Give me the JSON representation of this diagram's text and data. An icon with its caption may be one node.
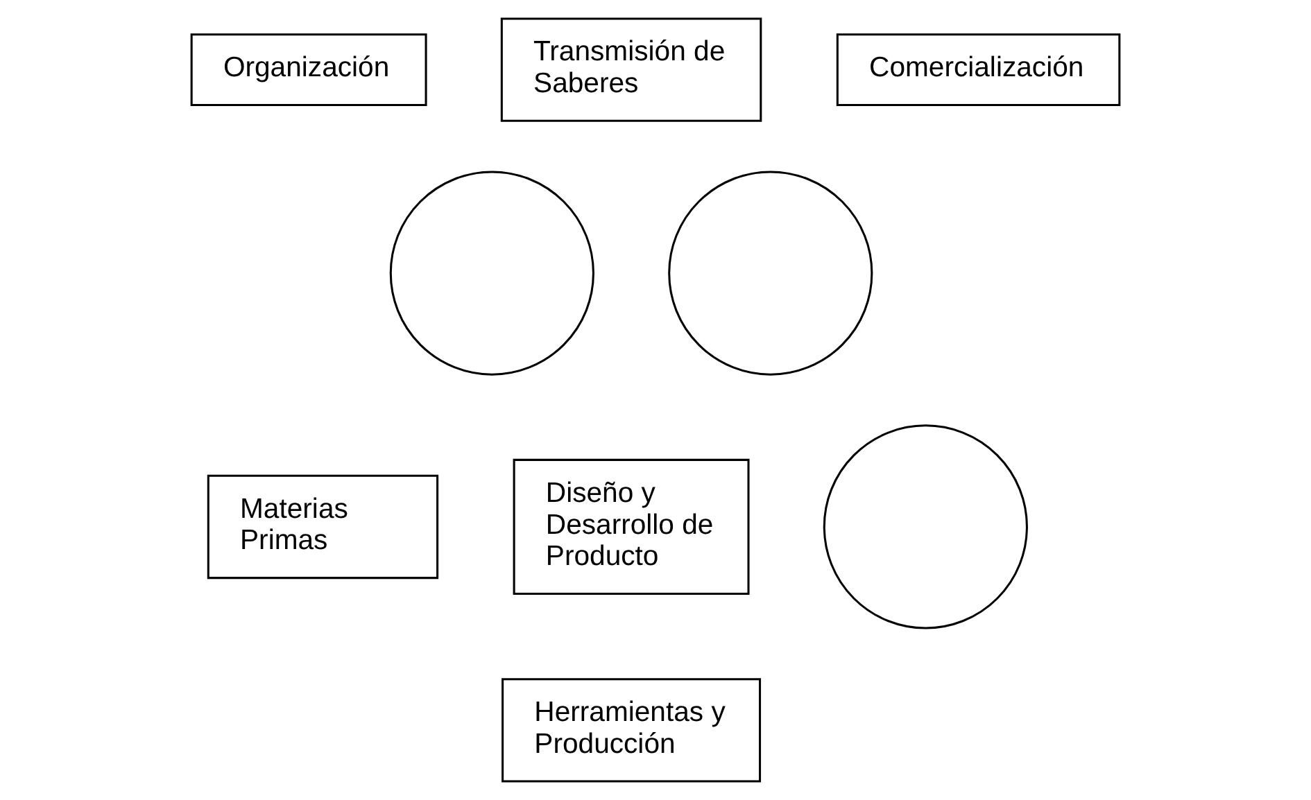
{
  "diagram": {
    "nodes": [
      {
        "text": [
          "Organización"
        ]
      },
      {
        "text": [
          "Transmisión de Saberes"
        ]
      },
      {
        "text": [
          "Comercialización"
        ]
      },
      {
        "text": [],
        "shape": "circle"
      },
      {
        "text": [],
        "shape": "circle"
      },
      {
        "text": [
          "Materias Primas"
        ]
      },
      {
        "text": [
          "Diseño y Desarrollo de Producto"
        ]
      },
      {
        "text": [],
        "shape": "circle"
      },
      {
        "text": [
          "Herramientas y Producción"
        ]
      }
    ],
    "edges": []
  }
}
